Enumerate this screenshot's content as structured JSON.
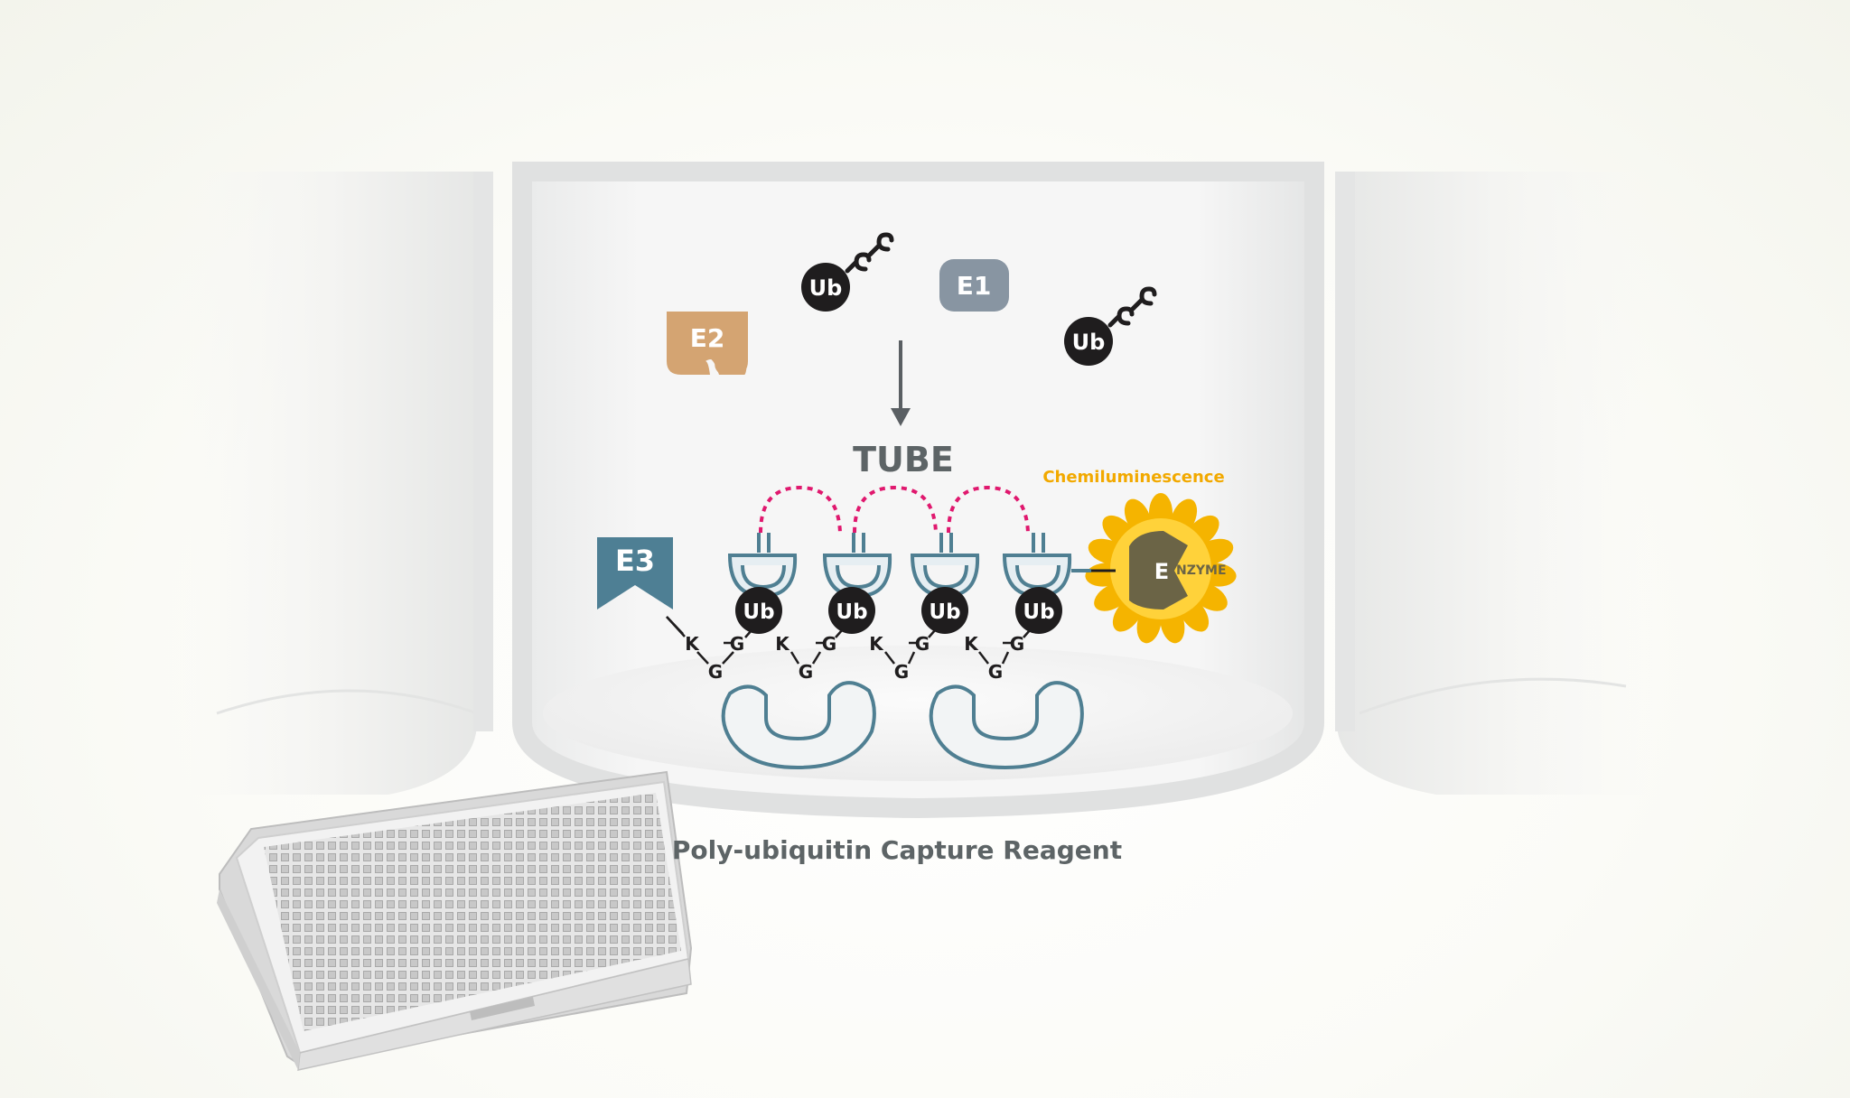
{
  "labels": {
    "ub": "Ub",
    "e1": "E1",
    "e2": "E2",
    "e3": "E3",
    "tube": "TUBE",
    "chemiluminescence": "Chemiluminescence",
    "enzyme_letter": "E",
    "enzyme_rest": "NZYME",
    "k": "K",
    "g": "G",
    "caption": "Poly-ubiquitin Capture Reagent"
  },
  "colors": {
    "ub": "#1f1d1e",
    "e1": "#8895a2",
    "e2": "#d4a472",
    "e3": "#4e7f94",
    "tube_text": "#5d6466",
    "capture_outline": "#4f7f92",
    "linker": "#e0186e",
    "chemiluminescence": "#f2a900",
    "enzyme": "#6b6446",
    "sun": "#f5b400",
    "caption": "#5d6466",
    "arrow": "#5a5f63"
  },
  "icons": {
    "ub": "ubiquitin-circle",
    "gg": "gly-gly-tail",
    "e3": "e3-ligase-shape",
    "capture": "horseshoe-capture-domain",
    "plate": "384-well-microplate"
  }
}
